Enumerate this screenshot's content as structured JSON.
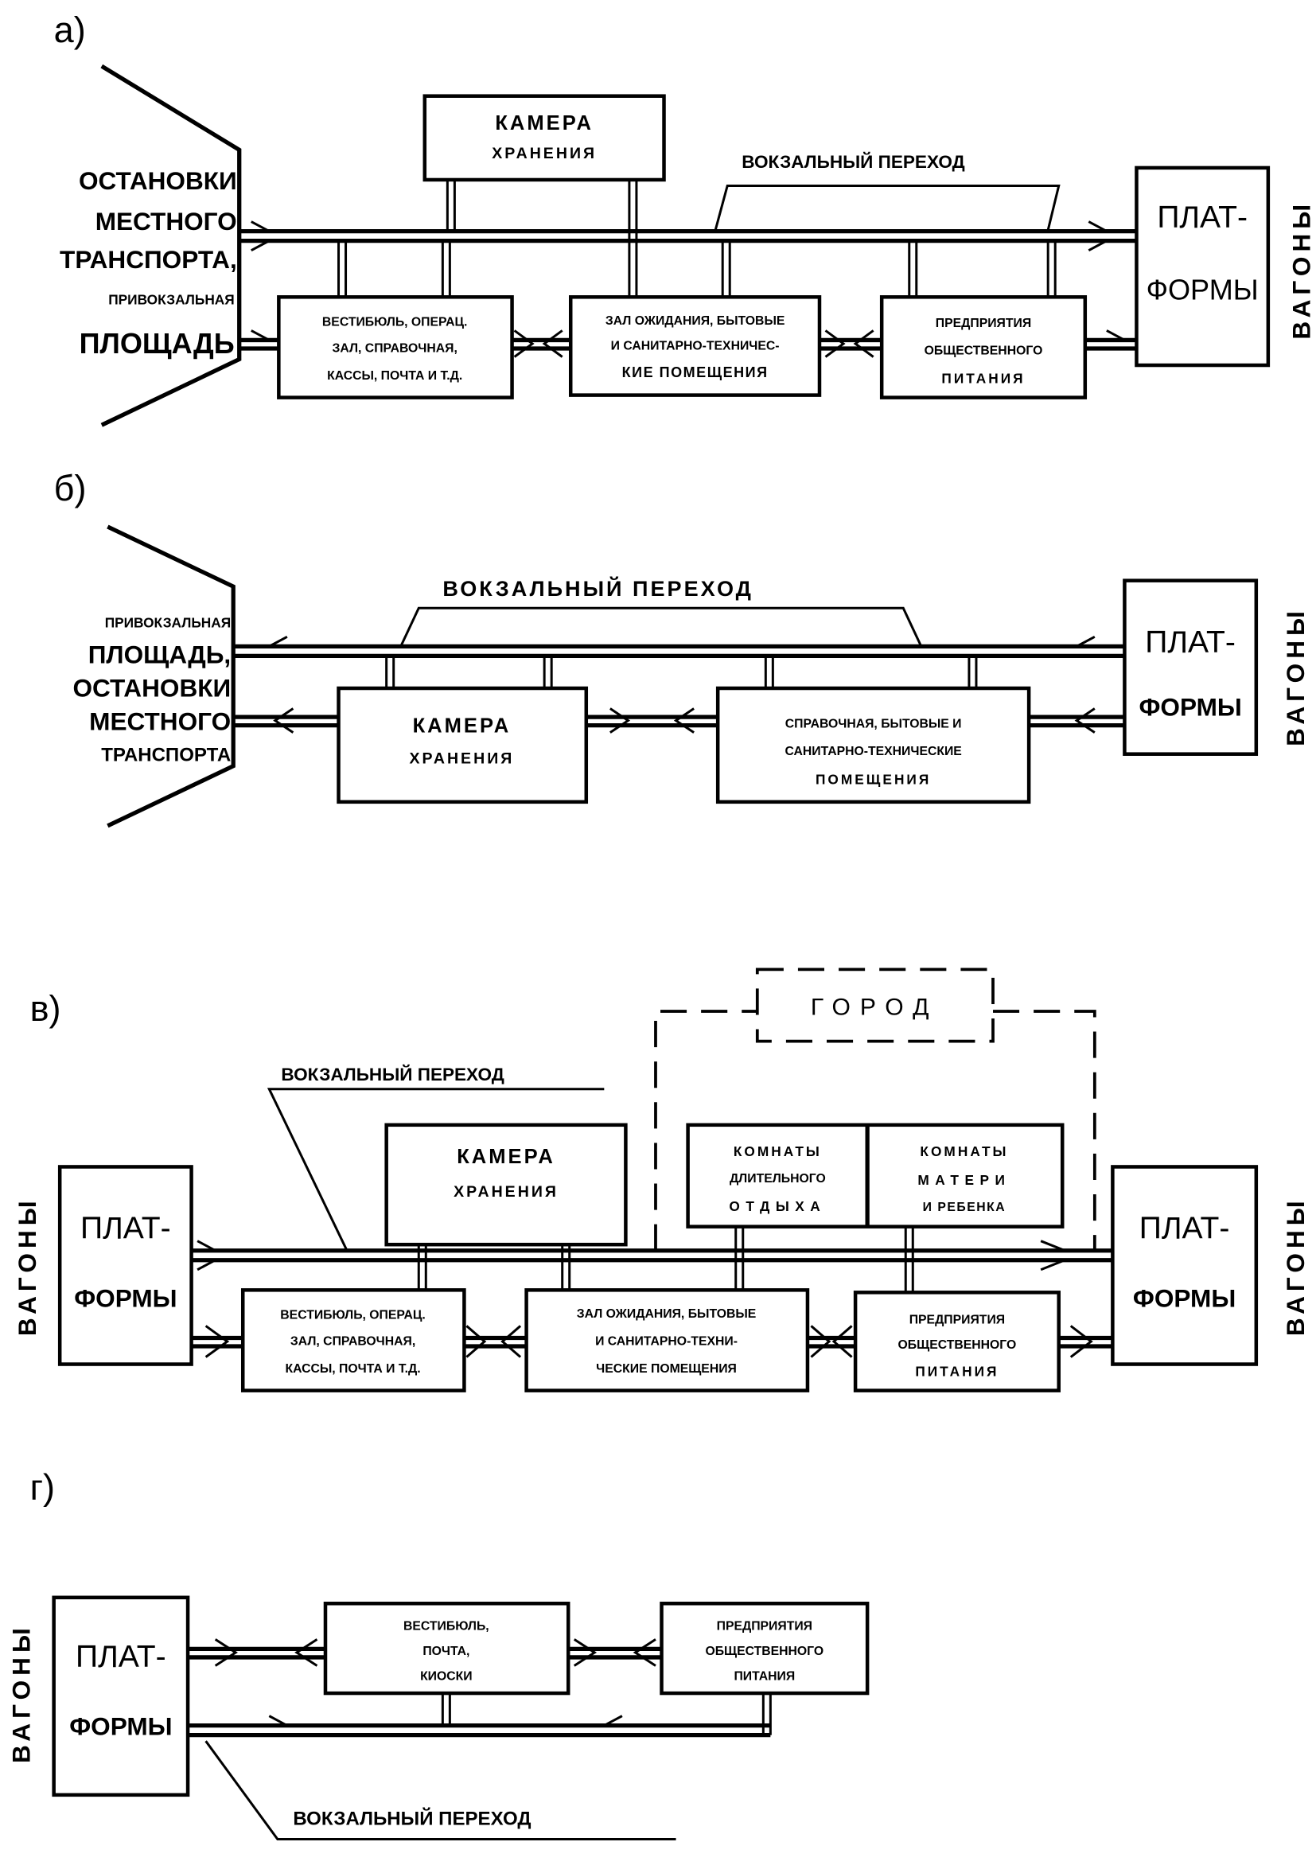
{
  "panels": {
    "a": {
      "label": "а)",
      "left_area": [
        "ОСТАНОВКИ",
        "МЕСТНОГО",
        "ТРАНСПОРТА,",
        "ПРИВОКЗАЛЬНАЯ",
        "ПЛОЩАДЬ"
      ],
      "storage": [
        "КАМЕРА",
        "ХРАНЕНИЯ"
      ],
      "passage": "ВОКЗАЛЬНЫЙ ПЕРЕХОД",
      "vestibule": [
        "ВЕСТИБЮЛЬ, ОПЕРАЦ.",
        "ЗАЛ, СПРАВОЧНАЯ,",
        "КАССЫ, ПОЧТА И Т.Д."
      ],
      "waiting": [
        "ЗАЛ ОЖИДАНИЯ, БЫТОВЫЕ",
        "И САНИТАРНО-ТЕХНИЧЕС-",
        "КИЕ ПОМЕЩЕНИЯ"
      ],
      "catering": [
        "ПРЕДПРИЯТИЯ",
        "ОБЩЕСТВЕННОГО",
        "ПИТАНИЯ"
      ],
      "platforms": [
        "ПЛАТ-",
        "ФОРМЫ"
      ],
      "wagons": "ВАГОНЫ"
    },
    "b": {
      "label": "б)",
      "passage": "ВОКЗАЛЬНЫЙ ПЕРЕХОД",
      "left_area": [
        "ПРИВОКЗАЛЬНАЯ",
        "ПЛОЩАДЬ,",
        "ОСТАНОВКИ",
        "МЕСТНОГО",
        "ТРАНСПОРТА"
      ],
      "storage": [
        "КАМЕРА",
        "ХРАНЕНИЯ"
      ],
      "info": [
        "СПРАВОЧНАЯ, БЫТОВЫЕ И",
        "САНИТАРНО-ТЕХНИЧЕСКИЕ",
        "ПОМЕЩЕНИЯ"
      ],
      "platforms": [
        "ПЛАТ-",
        "ФОРМЫ"
      ],
      "wagons": "ВАГОНЫ"
    },
    "c": {
      "label": "в)",
      "city": "ГОРОД",
      "passage": "ВОКЗАЛЬНЫЙ ПЕРЕХОД",
      "storage": [
        "КАМЕРА",
        "ХРАНЕНИЯ"
      ],
      "rest_rooms": [
        "КОМНАТЫ",
        "ДЛИТЕЛЬНОГО",
        "ОТДЫХА"
      ],
      "mother_child": [
        "КОМНАТЫ",
        "МАТЕРИ",
        "И РЕБЕНКА"
      ],
      "vestibule": [
        "ВЕСТИБЮЛЬ, ОПЕРАЦ.",
        "ЗАЛ, СПРАВОЧНАЯ,",
        "КАССЫ, ПОЧТА И Т.Д."
      ],
      "waiting": [
        "ЗАЛ ОЖИДАНИЯ, БЫТОВЫЕ",
        "И САНИТАРНО-ТЕХНИ-",
        "ЧЕСКИЕ ПОМЕЩЕНИЯ"
      ],
      "catering": [
        "ПРЕДПРИЯТИЯ",
        "ОБЩЕСТВЕННОГО",
        "ПИТАНИЯ"
      ],
      "platforms": [
        "ПЛАТ-",
        "ФОРМЫ"
      ],
      "wagons": "ВАГОНЫ"
    },
    "d": {
      "label": "г)",
      "platforms": [
        "ПЛАТ-",
        "ФОРМЫ"
      ],
      "wagons": "ВАГОНЫ",
      "vestibule": [
        "ВЕСТИБЮЛЬ,",
        "ПОЧТА,",
        "КИОСКИ"
      ],
      "catering": [
        "ПРЕДПРИЯТИЯ",
        "ОБЩЕСТВЕННОГО",
        "ПИТАНИЯ"
      ],
      "passage": "ВОКЗАЛЬНЫЙ ПЕРЕХОД"
    }
  }
}
